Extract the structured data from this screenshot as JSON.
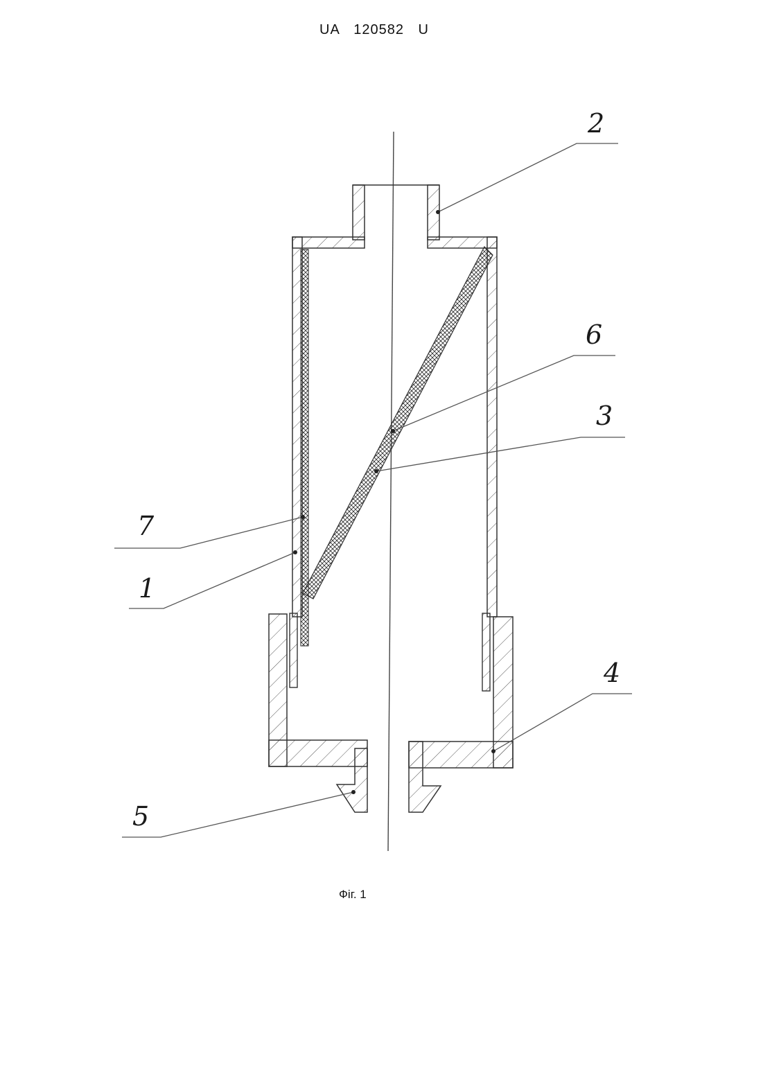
{
  "header": {
    "document_number": "UA   120582   U"
  },
  "figure": {
    "caption": "Фіг. 1",
    "callouts": [
      "2",
      "6",
      "3",
      "7",
      "1",
      "4",
      "5"
    ]
  }
}
